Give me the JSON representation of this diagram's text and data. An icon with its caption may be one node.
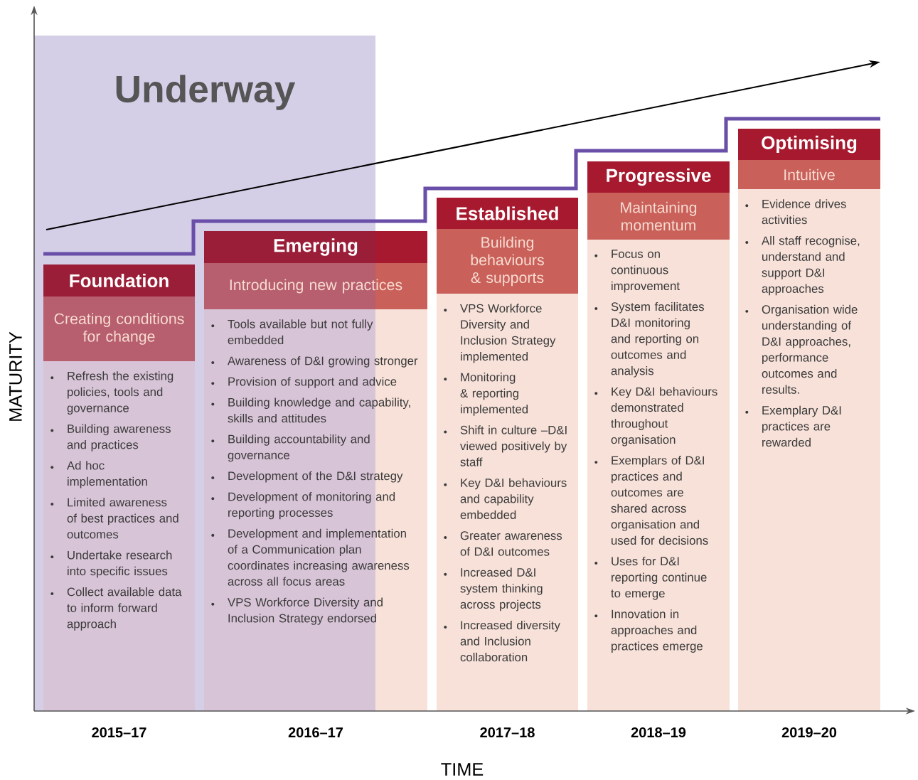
{
  "diagram": {
    "nodes": [
      {
        "text": [
          "Underway"
        ]
      },
      {
        "text": [
          "Foundation"
        ],
        "in": 0
      },
      {
        "text": [
          "Creating conditions for change"
        ],
        "in": 0
      },
      {
        "text": [
          "Refresh the existing policies, tools and governance",
          "Building awareness and practices",
          "Ad hoc implementation",
          "Limited awareness of best practices and outcomes",
          "Undertake research into specific issues",
          "Collect available data to inform forward approach"
        ],
        "in": 0
      },
      {
        "text": [
          "Emerging"
        ]
      },
      {
        "text": [
          "Introducing new practices"
        ]
      },
      {
        "text": [
          "Tools available but not fully embedded",
          "Awareness of D&I growing stronger",
          "Provision of support and advice",
          "Building knowledge and capability, skills and attitudes",
          "Building accountability and governance",
          "Development of the D&I strategy",
          "Development of monitoring and reporting processes",
          "Development and implementation of a Communication plan coordinates increasing awareness across all focus areas",
          "VPS Workforce Diversity and Inclusion Strategy endorsed"
        ]
      },
      {
        "text": [
          "Established"
        ]
      },
      {
        "text": [
          "Building behaviours & supports"
        ]
      },
      {
        "text": [
          "VPS Workforce Diversity and Inclusion Strategy implemented",
          "Monitoring & reporting implemented",
          "Shift in culture –D&I viewed positively by staff",
          "Key D&I behaviours and capability embedded",
          "Greater awareness of D&I outcomes",
          "Increased D&I system thinking across projects",
          "Increased diversity and Inclusion collaboration"
        ]
      },
      {
        "text": [
          "Progressive"
        ]
      },
      {
        "text": [
          "Maintaining momentum"
        ]
      },
      {
        "text": [
          "Focus on continuous improvement",
          "System facilitates D&I monitoring and reporting on outcomes and analysis",
          "Key D&I behaviours demonstrated throughout organisation",
          "Exemplars of D&I practices and outcomes are shared across organisation and used for decisions",
          "Uses for D&I reporting continue to emerge",
          "Innovation in approaches and practices emerge"
        ]
      },
      {
        "text": [
          "Optimising"
        ]
      },
      {
        "text": [
          "Intuitive"
        ]
      },
      {
        "text": [
          "Evidence drives activities",
          "All staff recognise, understand and support D&I approaches",
          "Organisation wide understanding of D&I approaches, performance outcomes and results.",
          "Exemplary D&I practices are rewarded"
        ]
      }
    ],
    "labels": [
      "MATURITY",
      "2015–17",
      "2016–17",
      "2017–18",
      "2018–19",
      "2019–20",
      "TIME"
    ]
  }
}
